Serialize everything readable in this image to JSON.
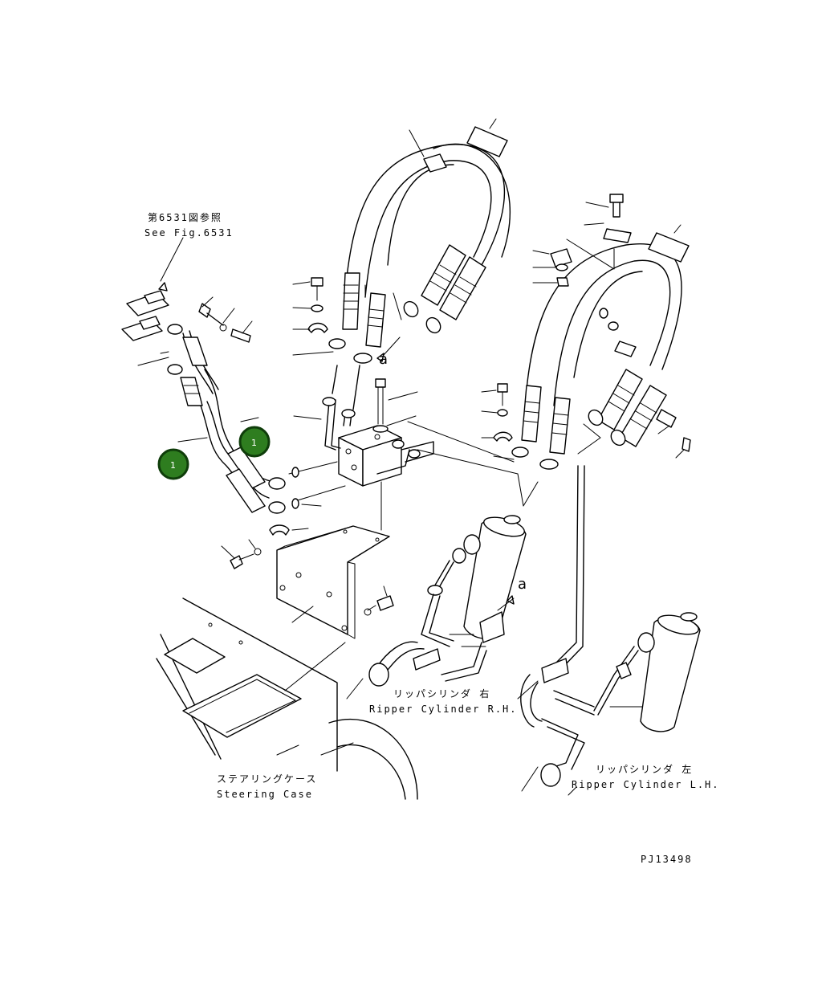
{
  "diagram": {
    "reference": {
      "jp": "第6531図参照",
      "en": "See Fig.6531"
    },
    "labels": {
      "ripper_rh_jp": "リッパシリンダ 右",
      "ripper_rh_en": "Ripper Cylinder R.H.",
      "ripper_lh_jp": "リッパシリンダ 左",
      "ripper_lh_en": "Ripper Cylinder L.H.",
      "steering_case_jp": "ステアリングケース",
      "steering_case_en": "Steering Case",
      "view_mark_a1": "a",
      "view_mark_a2": "a"
    },
    "callouts": [
      {
        "number": "1"
      },
      {
        "number": "1"
      }
    ],
    "drawing_code": "PJ13498"
  }
}
